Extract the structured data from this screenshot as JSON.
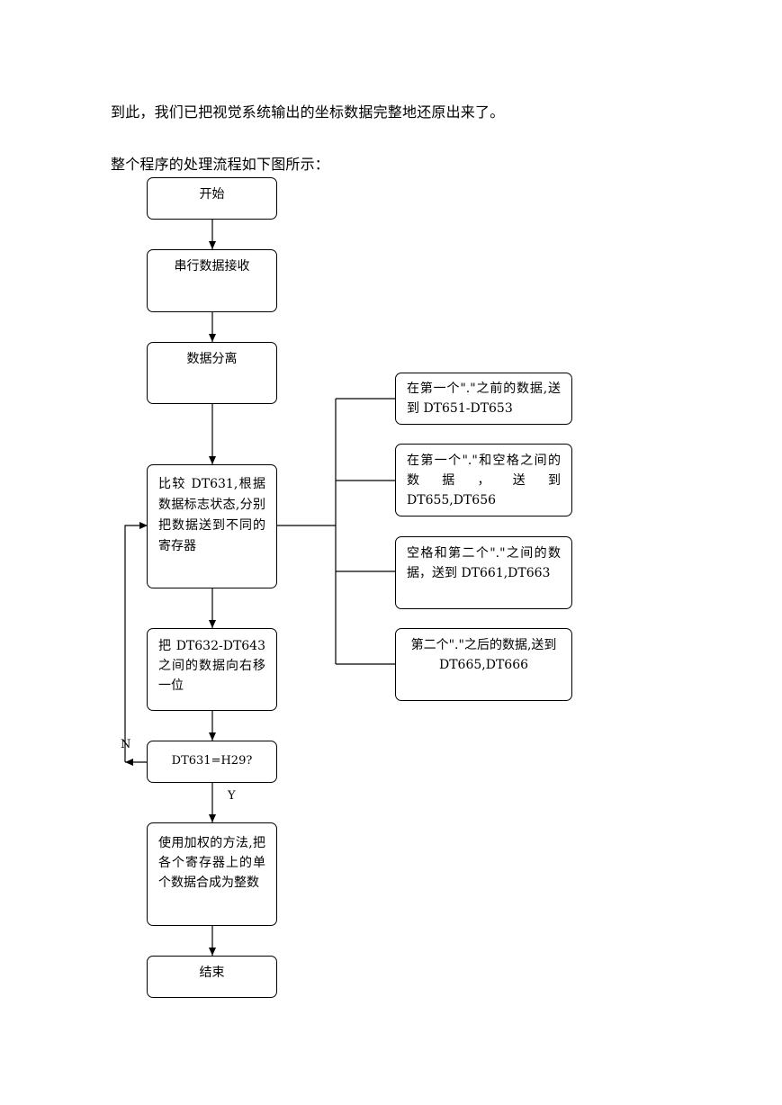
{
  "text": {
    "intro": "到此，我们已把视觉系统输出的坐标数据完整地还原出来了。",
    "caption": "整个程序的处理流程如下图所示："
  },
  "flowchart": {
    "nodes": {
      "start": "开始",
      "receive": "串行数据接收",
      "separate": "数据分离",
      "compare": "比较 DT631,根据数据标志状态,分别把数据送到不同的寄存器",
      "shift": "把 DT632-DT643 之间的数据向右移一位",
      "decision": "DT631=H29?",
      "combine": "使用加权的方法,把各个寄存器上的单个数据合成为整数",
      "end": "结束",
      "out1": "在第一个\".\"之前的数据,送到 DT651-DT653",
      "out2": "在第一个\".\"和空格之间的数据，送到 DT655,DT656",
      "out3": "空格和第二个\".\"之间的数据，送到 DT661,DT663",
      "out4": "第二个\".\"之后的数据,送到 DT665,DT666"
    },
    "labels": {
      "no": "N",
      "yes": "Y"
    }
  }
}
